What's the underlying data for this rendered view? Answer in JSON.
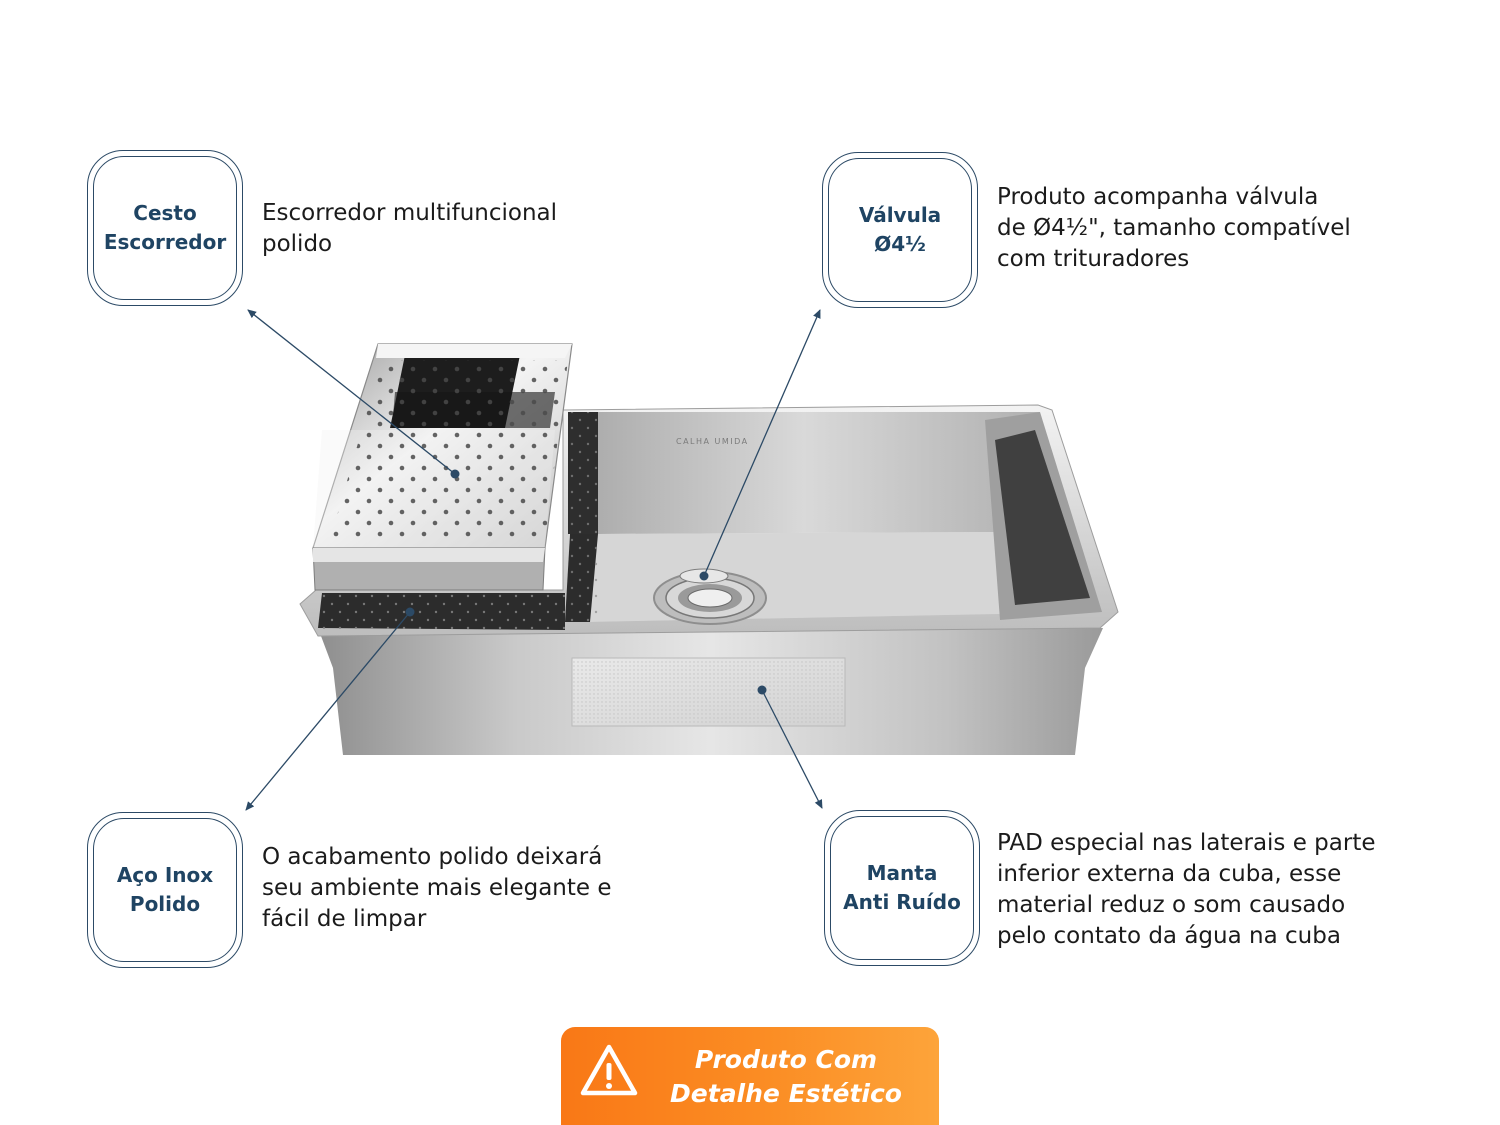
{
  "features": [
    {
      "id": "cesto",
      "title": "Cesto\nEscorredor",
      "description": "Escorredor multifuncional\npolido"
    },
    {
      "id": "valvula",
      "title": "Válvula\nØ4½",
      "description": "Produto acompanha válvula\nde Ø4½\", tamanho compatível\ncom trituradores"
    },
    {
      "id": "aco",
      "title": "Aço Inox\nPolido",
      "description": "O acabamento polido deixará\nseu ambiente mais elegante e\nfácil de limpar"
    },
    {
      "id": "manta",
      "title": "Manta\nAnti Ruído",
      "description": "PAD especial nas laterais e parte\ninferior externa da cuba, esse\nmaterial reduz o som causado\npelo contato da água na cuba"
    }
  ],
  "product_engraving": "CALHA UMIDA",
  "warning": {
    "label": "Produto Com\nDetalhe Estético",
    "icon": "warning-triangle-icon"
  },
  "colors": {
    "accent": "#1f4463",
    "warning_start": "#f97816",
    "warning_end": "#fda43a"
  }
}
